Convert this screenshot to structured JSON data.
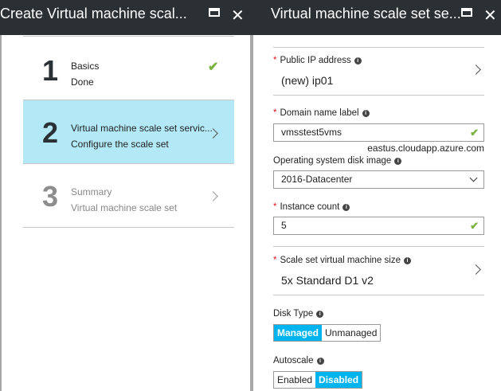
{
  "left_blade": {
    "title": "Create Virtual machine scal...",
    "steps": [
      {
        "number": "1",
        "title": "Basics",
        "subtitle": "Done",
        "status": "done"
      },
      {
        "number": "2",
        "title": "Virtual machine scale set servic...",
        "subtitle": "Configure the scale set",
        "status": "active"
      },
      {
        "number": "3",
        "title": "Summary",
        "subtitle": "Virtual machine scale set",
        "status": "disabled"
      }
    ]
  },
  "right_blade": {
    "title": "Virtual machine scale set se...",
    "public_ip": {
      "label": "Public IP address",
      "value": "(new) ip01"
    },
    "domain_name": {
      "label": "Domain name label",
      "value": "vmsstest5vms",
      "suffix": "eastus.cloudapp.azure.com"
    },
    "os_disk_image": {
      "label": "Operating system disk image",
      "value": "2016-Datacenter"
    },
    "instance_count": {
      "label": "Instance count",
      "value": "5"
    },
    "vm_size": {
      "label": "Scale set virtual machine size",
      "value": "5x Standard D1 v2"
    },
    "disk_type": {
      "label": "Disk Type",
      "options": [
        "Managed",
        "Unmanaged"
      ],
      "selected": "Managed"
    },
    "autoscale": {
      "label": "Autoscale",
      "options": [
        "Enabled",
        "Disabled"
      ],
      "selected": "Disabled"
    }
  },
  "icons": {
    "check": "✔",
    "close": "✕",
    "info": "i"
  },
  "colors": {
    "header_bg": "#2b3035",
    "active_step_bg": "#b3e9f7",
    "toggle_on": "#00b4f0",
    "check_green": "#7bb342",
    "required_star": "#e81123"
  }
}
